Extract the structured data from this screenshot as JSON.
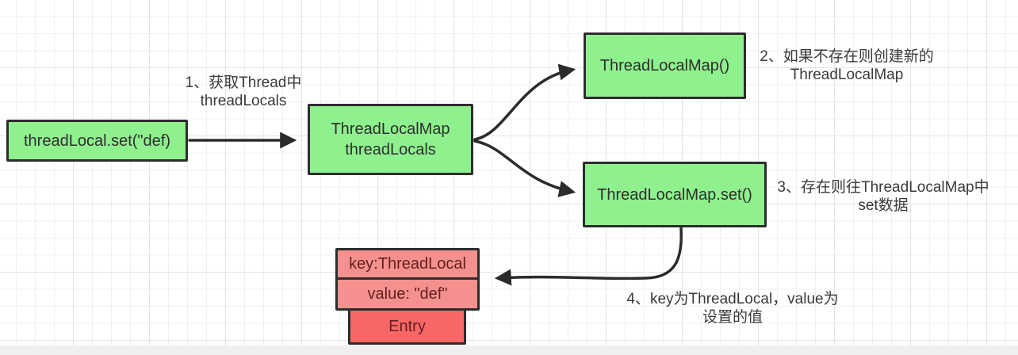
{
  "title": "ThreadLocal set() flow diagram",
  "colors": {
    "node_green": "#8ef18e",
    "node_border": "#2d2d2d",
    "entry_pink": "#f4918f",
    "entry_red": "#f96666",
    "arrow": "#2b2b2b",
    "text": "#3a3a3a"
  },
  "boxes": {
    "set_call": {
      "label": "threadLocal.set(\"def)"
    },
    "thread_locals": {
      "line1": "ThreadLocalMap",
      "line2": "threadLocals"
    },
    "map_new": {
      "label": "ThreadLocalMap()"
    },
    "map_set": {
      "label": "ThreadLocalMap.set()"
    },
    "entry_key": {
      "label": "key:ThreadLocal"
    },
    "entry_value": {
      "label": "value: \"def\""
    },
    "entry": {
      "label": "Entry"
    }
  },
  "annotations": {
    "step1": {
      "line1": "1、获取Thread中",
      "line2": "threadLocals"
    },
    "step2": {
      "line1": "2、如果不存在则创建新的",
      "line2": "ThreadLocalMap"
    },
    "step3": {
      "line1": "3、存在则往ThreadLocalMap中",
      "line2": "set数据"
    },
    "step4": {
      "line1": "4、key为ThreadLocal，value为",
      "line2": "设置的值"
    }
  }
}
